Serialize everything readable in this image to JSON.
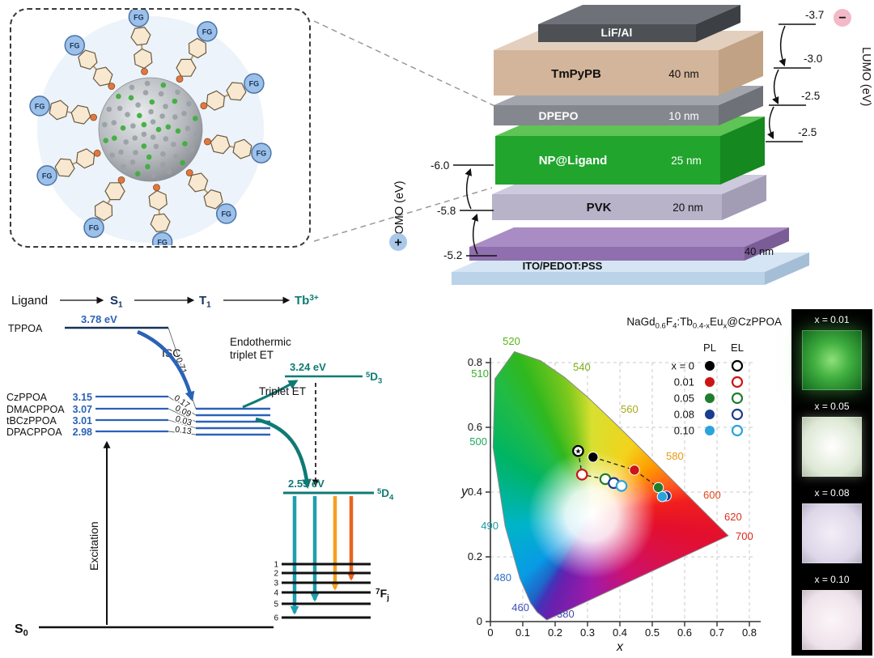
{
  "panel_nanoparticle": {
    "fg_label": "FG"
  },
  "device_stack": {
    "layers": [
      {
        "name": "LiF/Al",
        "thickness": "",
        "colors": {
          "front": "#4d5156",
          "top": "#6e7278",
          "side": "#3c4045"
        }
      },
      {
        "name": "TmPyPB",
        "thickness": "40 nm",
        "colors": {
          "front": "#d3b59b",
          "top": "#e3cfbd",
          "side": "#c1a285"
        }
      },
      {
        "name": "DPEPO",
        "thickness": "10 nm",
        "colors": {
          "front": "#85878e",
          "top": "#a3a5ac",
          "side": "#6f7178"
        }
      },
      {
        "name": "NP@Ligand",
        "thickness": "25 nm",
        "colors": {
          "front": "#21a52d",
          "top": "#5ec455",
          "side": "#15881f"
        }
      },
      {
        "name": "PVK",
        "thickness": "20 nm",
        "colors": {
          "front": "#b8b3c9",
          "top": "#cecadd",
          "side": "#a29db5"
        }
      },
      {
        "name": "ITO/PEDOT:PSS",
        "thickness": "40 nm",
        "colors": {
          "front": "#bad3e8",
          "top": "#d5e5f3",
          "side": "#a4bed5"
        },
        "pedot_colors": {
          "front": "#8f6fae",
          "top": "#a98cc4",
          "side": "#7a5c97"
        }
      }
    ],
    "homo": {
      "label": "HOMO (eV)",
      "values": [
        "-6.0",
        "-5.8",
        "-5.2"
      ],
      "plus_sign": "+"
    },
    "lumo": {
      "label": "LUMO (eV)",
      "values": [
        "-3.7",
        "-3.0",
        "-2.5",
        "-2.5"
      ],
      "minus_sign": "−"
    }
  },
  "energy_diagram": {
    "flow": {
      "ligand": "Ligand",
      "s1_main": "S",
      "s1_sub": "1",
      "t1_main": "T",
      "t1_sub": "1",
      "tb_main": "Tb",
      "tb_sup": "3+"
    },
    "singlet_levels": [
      {
        "name": "TPPOA",
        "value": "3.78 eV"
      },
      {
        "name": "CzPPOA",
        "value": "3.15"
      },
      {
        "name": "DMACPPOA",
        "value": "3.07"
      },
      {
        "name": "tBCzPPOA",
        "value": "3.01"
      },
      {
        "name": "DPACPPOA",
        "value": "2.98"
      }
    ],
    "isc_label": "ISC",
    "rates": [
      "0.71",
      "0.17",
      "0.09",
      "0.03",
      "0.13"
    ],
    "endothermic_line1": "Endothermic",
    "endothermic_line2": "triplet ET",
    "triplet_et_label": "Triplet ET",
    "d3": {
      "energy": "3.24 eV",
      "sup": "5",
      "main": "D",
      "sub": "3"
    },
    "d4": {
      "energy": "2.55 eV",
      "sup": "5",
      "main": "D",
      "sub": "4"
    },
    "fj": {
      "sup": "7",
      "main": "F",
      "sub": "j"
    },
    "fj_numbers": [
      "1",
      "2",
      "3",
      "4",
      "5",
      "6"
    ],
    "s0": {
      "main": "S",
      "sub": "0"
    },
    "excitation_label": "Excitation",
    "palette": {
      "singlet_blue": "#2a62b8",
      "deep_navy": "#16325c",
      "teal": "#0f7a74",
      "cyan_arrow": "#1f9fae",
      "orange_arrow": "#f5a020",
      "red_arrow": "#e8641e"
    }
  },
  "cie_chart": {
    "title_parts": {
      "p1": "NaGd",
      "s1": "0.6",
      "p2": "F",
      "s2": "4",
      "p3": ":Tb",
      "s3": "0.4-x",
      "p4": "Eu",
      "s4": "x",
      "p5": "@CzPPOA"
    },
    "legend": {
      "pl": "PL",
      "el": "EL"
    },
    "xlabel": "x",
    "ylabel": "y",
    "x_ticks": [
      "0",
      "0.1",
      "0.2",
      "0.3",
      "0.4",
      "0.5",
      "0.6",
      "0.7",
      "0.8"
    ],
    "y_ticks": [
      "0",
      "0.2",
      "0.4",
      "0.6",
      "0.8"
    ],
    "wavelengths": [
      {
        "label": "520",
        "color": "#55b411"
      },
      {
        "label": "540",
        "color": "#7cb118"
      },
      {
        "label": "560",
        "color": "#a8a81c"
      },
      {
        "label": "580",
        "color": "#e89a10"
      },
      {
        "label": "600",
        "color": "#e04a1a"
      },
      {
        "label": "620",
        "color": "#dd2f1c"
      },
      {
        "label": "700",
        "color": "#d92619"
      },
      {
        "label": "510",
        "color": "#35ae2a"
      },
      {
        "label": "500",
        "color": "#1fa85e"
      },
      {
        "label": "490",
        "color": "#1d9aa4"
      },
      {
        "label": "480",
        "color": "#2a6fc2"
      },
      {
        "label": "460",
        "color": "#3b50b5"
      },
      {
        "label": "380",
        "color": "#4646ab"
      }
    ],
    "chart_data": {
      "type": "scatter",
      "title": "NaGd0.6F4:Tb0.4-xEux@CzPPOA",
      "xlabel": "x",
      "ylabel": "y",
      "xlim": [
        0,
        0.8
      ],
      "ylim": [
        0,
        0.8
      ],
      "grid": true,
      "legend_position": "upper right",
      "legend_labels": [
        "x = 0",
        "0.01",
        "0.05",
        "0.08",
        "0.10"
      ],
      "colors": [
        "#000000",
        "#cc1414",
        "#1e7e2e",
        "#1b3d8f",
        "#2ba3dc"
      ],
      "series": [
        {
          "name": "PL",
          "marker": "filled",
          "points": [
            [
              0.317,
              0.508
            ],
            [
              0.445,
              0.468
            ],
            [
              0.519,
              0.414
            ],
            [
              0.543,
              0.388
            ],
            [
              0.531,
              0.386
            ]
          ]
        },
        {
          "name": "EL",
          "marker": "open",
          "points": [
            [
              0.271,
              0.527
            ],
            [
              0.283,
              0.454
            ],
            [
              0.355,
              0.44
            ],
            [
              0.381,
              0.428
            ],
            [
              0.405,
              0.419
            ]
          ]
        }
      ]
    }
  },
  "photo_strip": {
    "labels": [
      "x = 0.01",
      "x = 0.05",
      "x = 0.08",
      "x = 0.10"
    ]
  }
}
